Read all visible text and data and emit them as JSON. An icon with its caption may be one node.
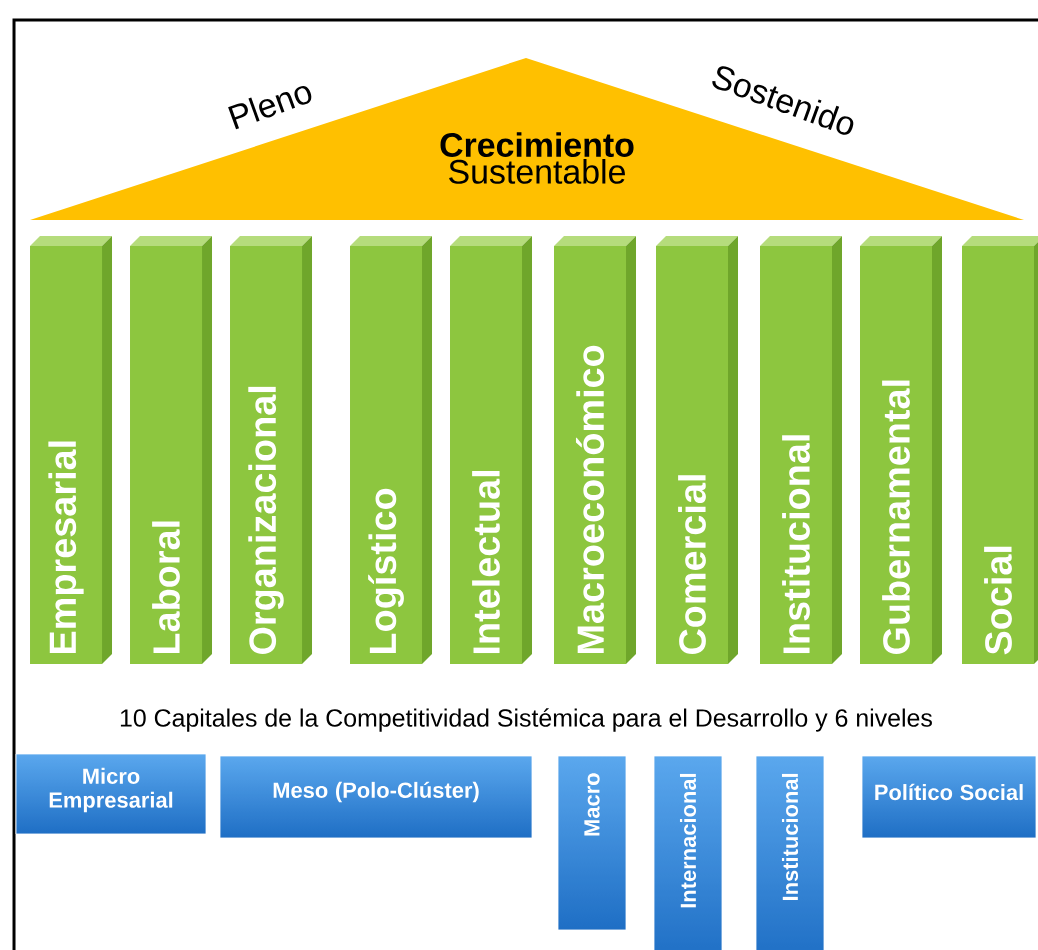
{
  "diagram": {
    "nodes": [
      {
        "text": [
          "Crecimiento",
          "Sustentable"
        ],
        "beside": [
          "Pleno",
          "Sostenido"
        ]
      },
      {
        "text": [
          "Empresarial"
        ]
      },
      {
        "text": [
          "Laboral"
        ]
      },
      {
        "text": [
          "Organizacional"
        ]
      },
      {
        "text": [
          "Logístico"
        ]
      },
      {
        "text": [
          "Intelectual"
        ]
      },
      {
        "text": [
          "Macroeconómico"
        ]
      },
      {
        "text": [
          "Comercial"
        ]
      },
      {
        "text": [
          "Institucional"
        ]
      },
      {
        "text": [
          "Gubernamental"
        ]
      },
      {
        "text": [
          "Social"
        ]
      },
      {
        "text": [
          "Micro Empresarial"
        ]
      },
      {
        "text": [
          "Meso (Polo-Clúster)"
        ]
      },
      {
        "text": [
          "Macro"
        ]
      },
      {
        "text": [
          "Internacional"
        ]
      },
      {
        "text": [
          "Institucional"
        ]
      },
      {
        "text": [
          "Político Social"
        ]
      }
    ],
    "edges": [],
    "labels": [
      "10 Capitales de la Competitividad Sistémica para el Desarrollo y 6 niveles"
    ]
  }
}
